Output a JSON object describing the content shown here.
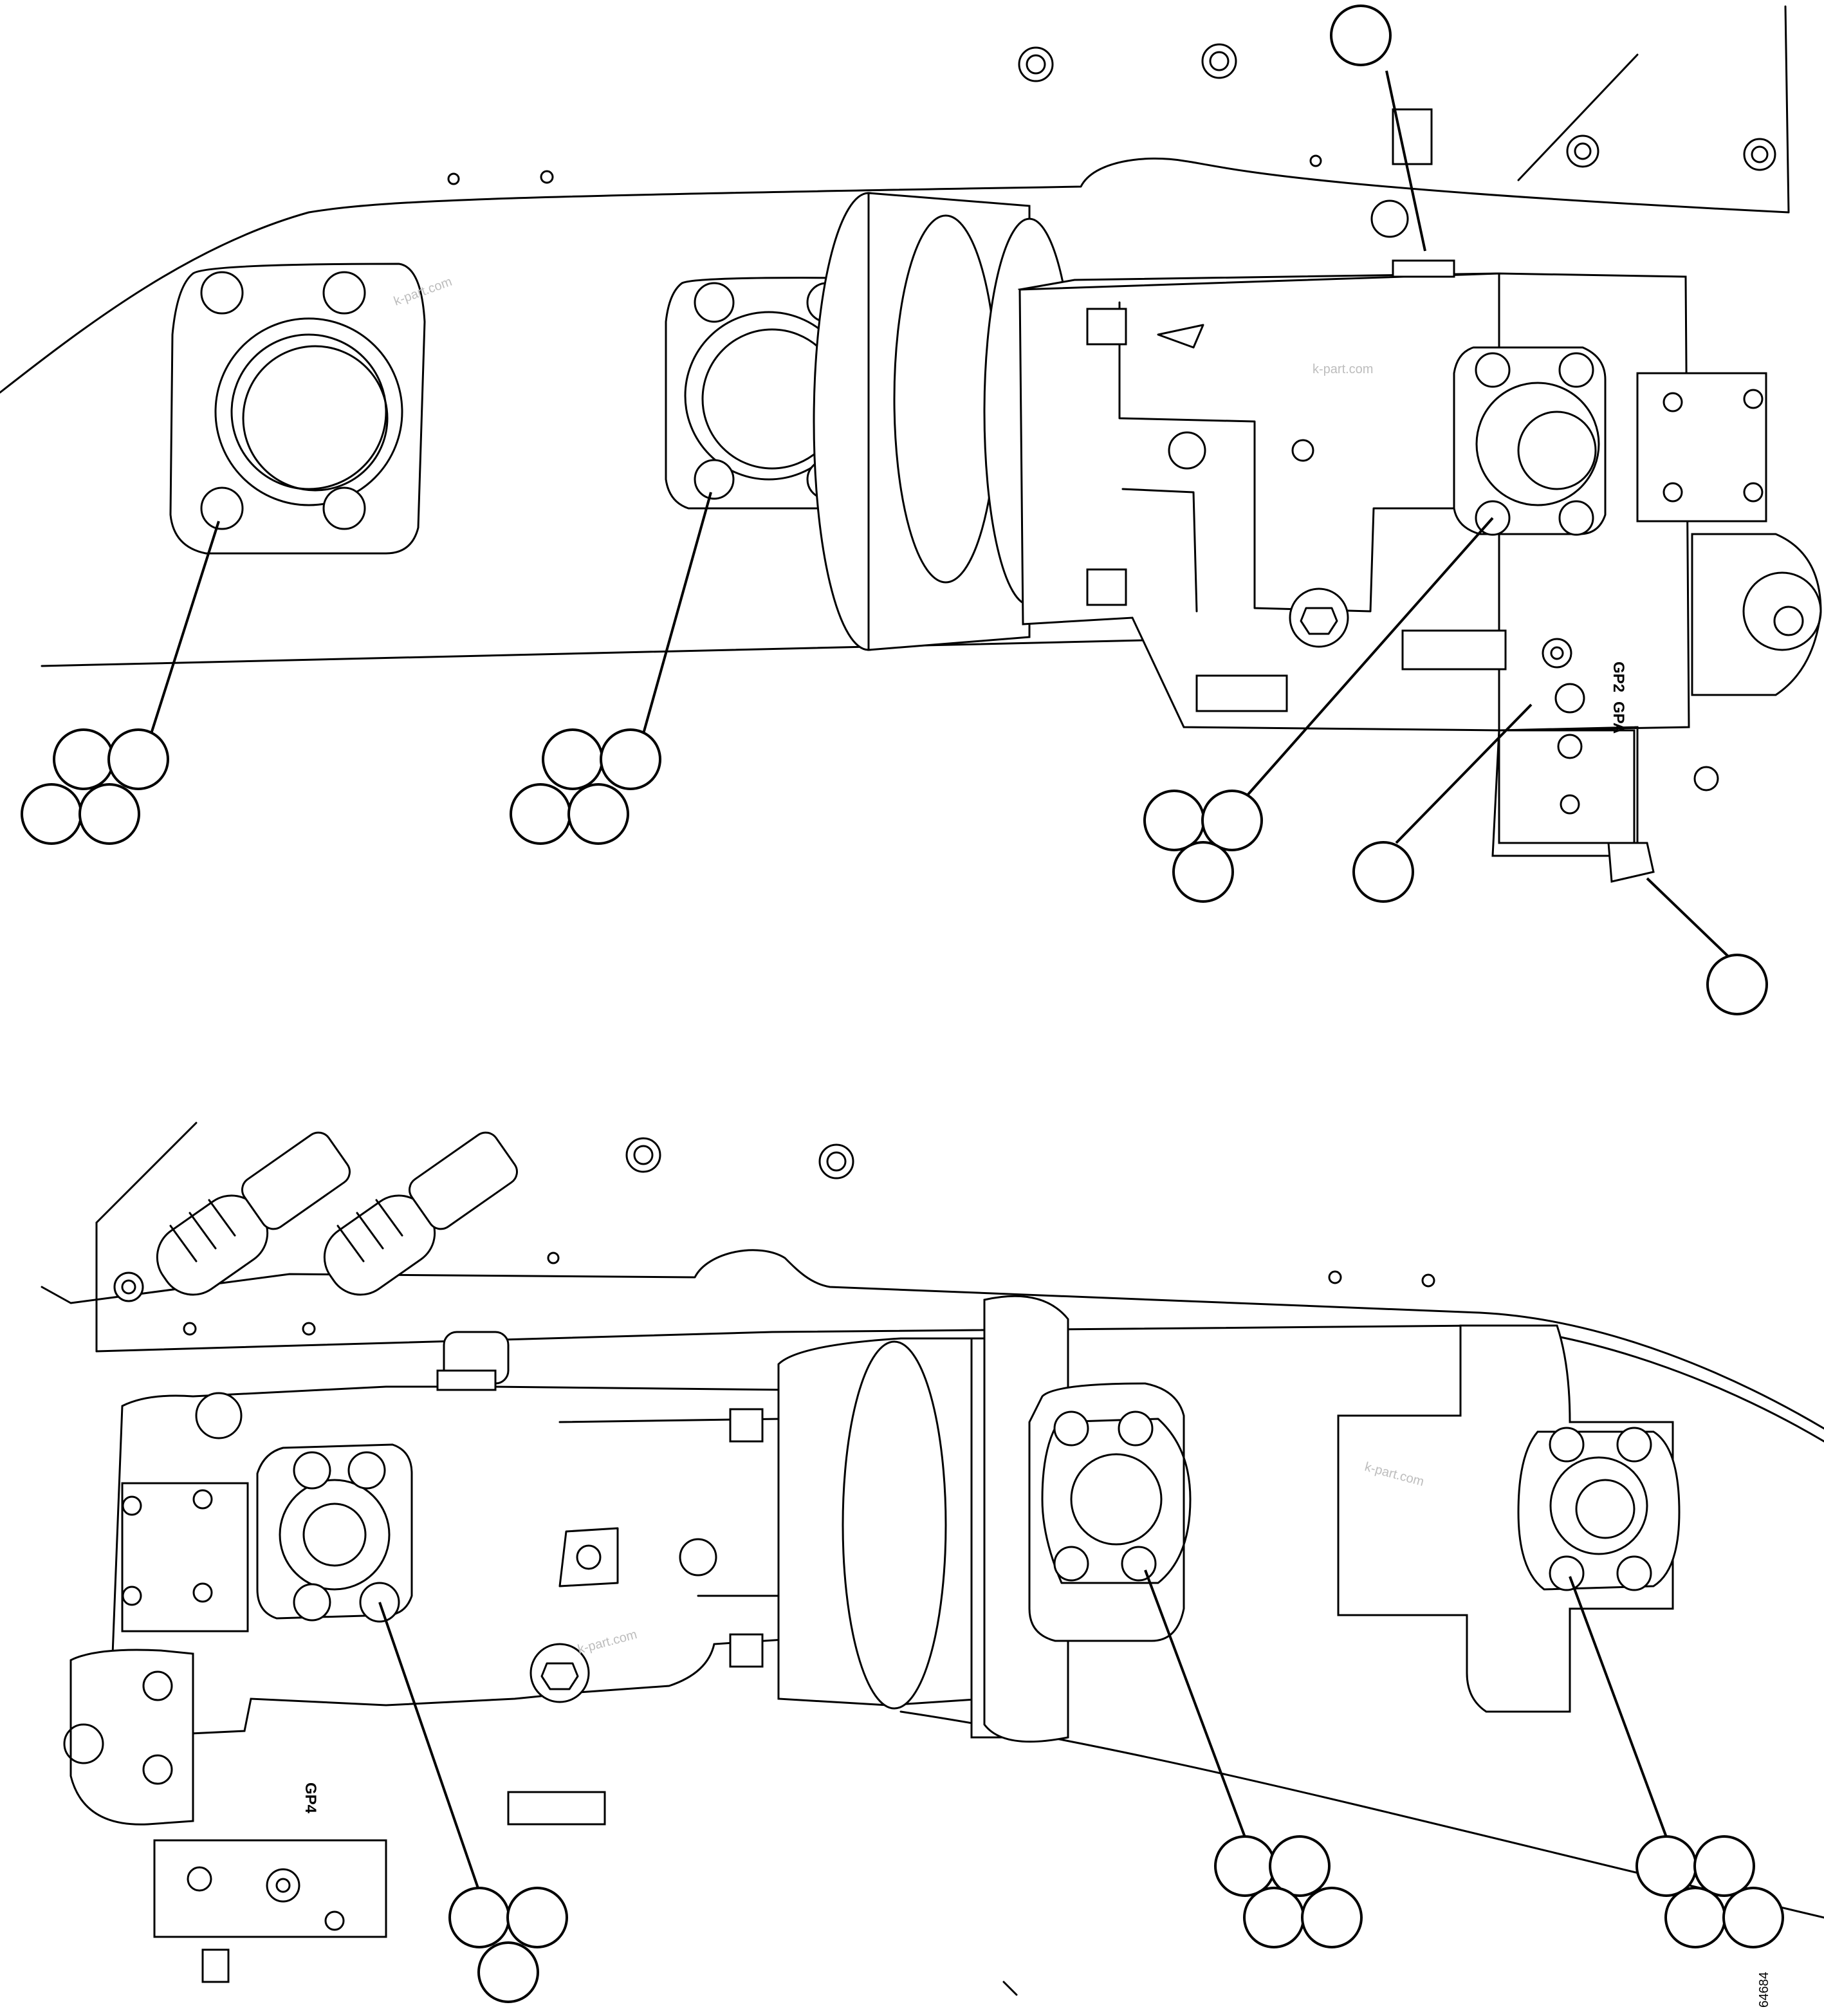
{
  "labels": {
    "port_gp2": "GP2",
    "port_gpa": "GPA",
    "port_gp4": "GP4",
    "drawing_number": "64684"
  },
  "watermarks": [
    "k-part.com",
    "k-part.com",
    "k-part.com",
    "k-part.com"
  ],
  "colors": {
    "line": "#000000",
    "background": "#ffffff",
    "watermark": "#bdbdbd"
  }
}
